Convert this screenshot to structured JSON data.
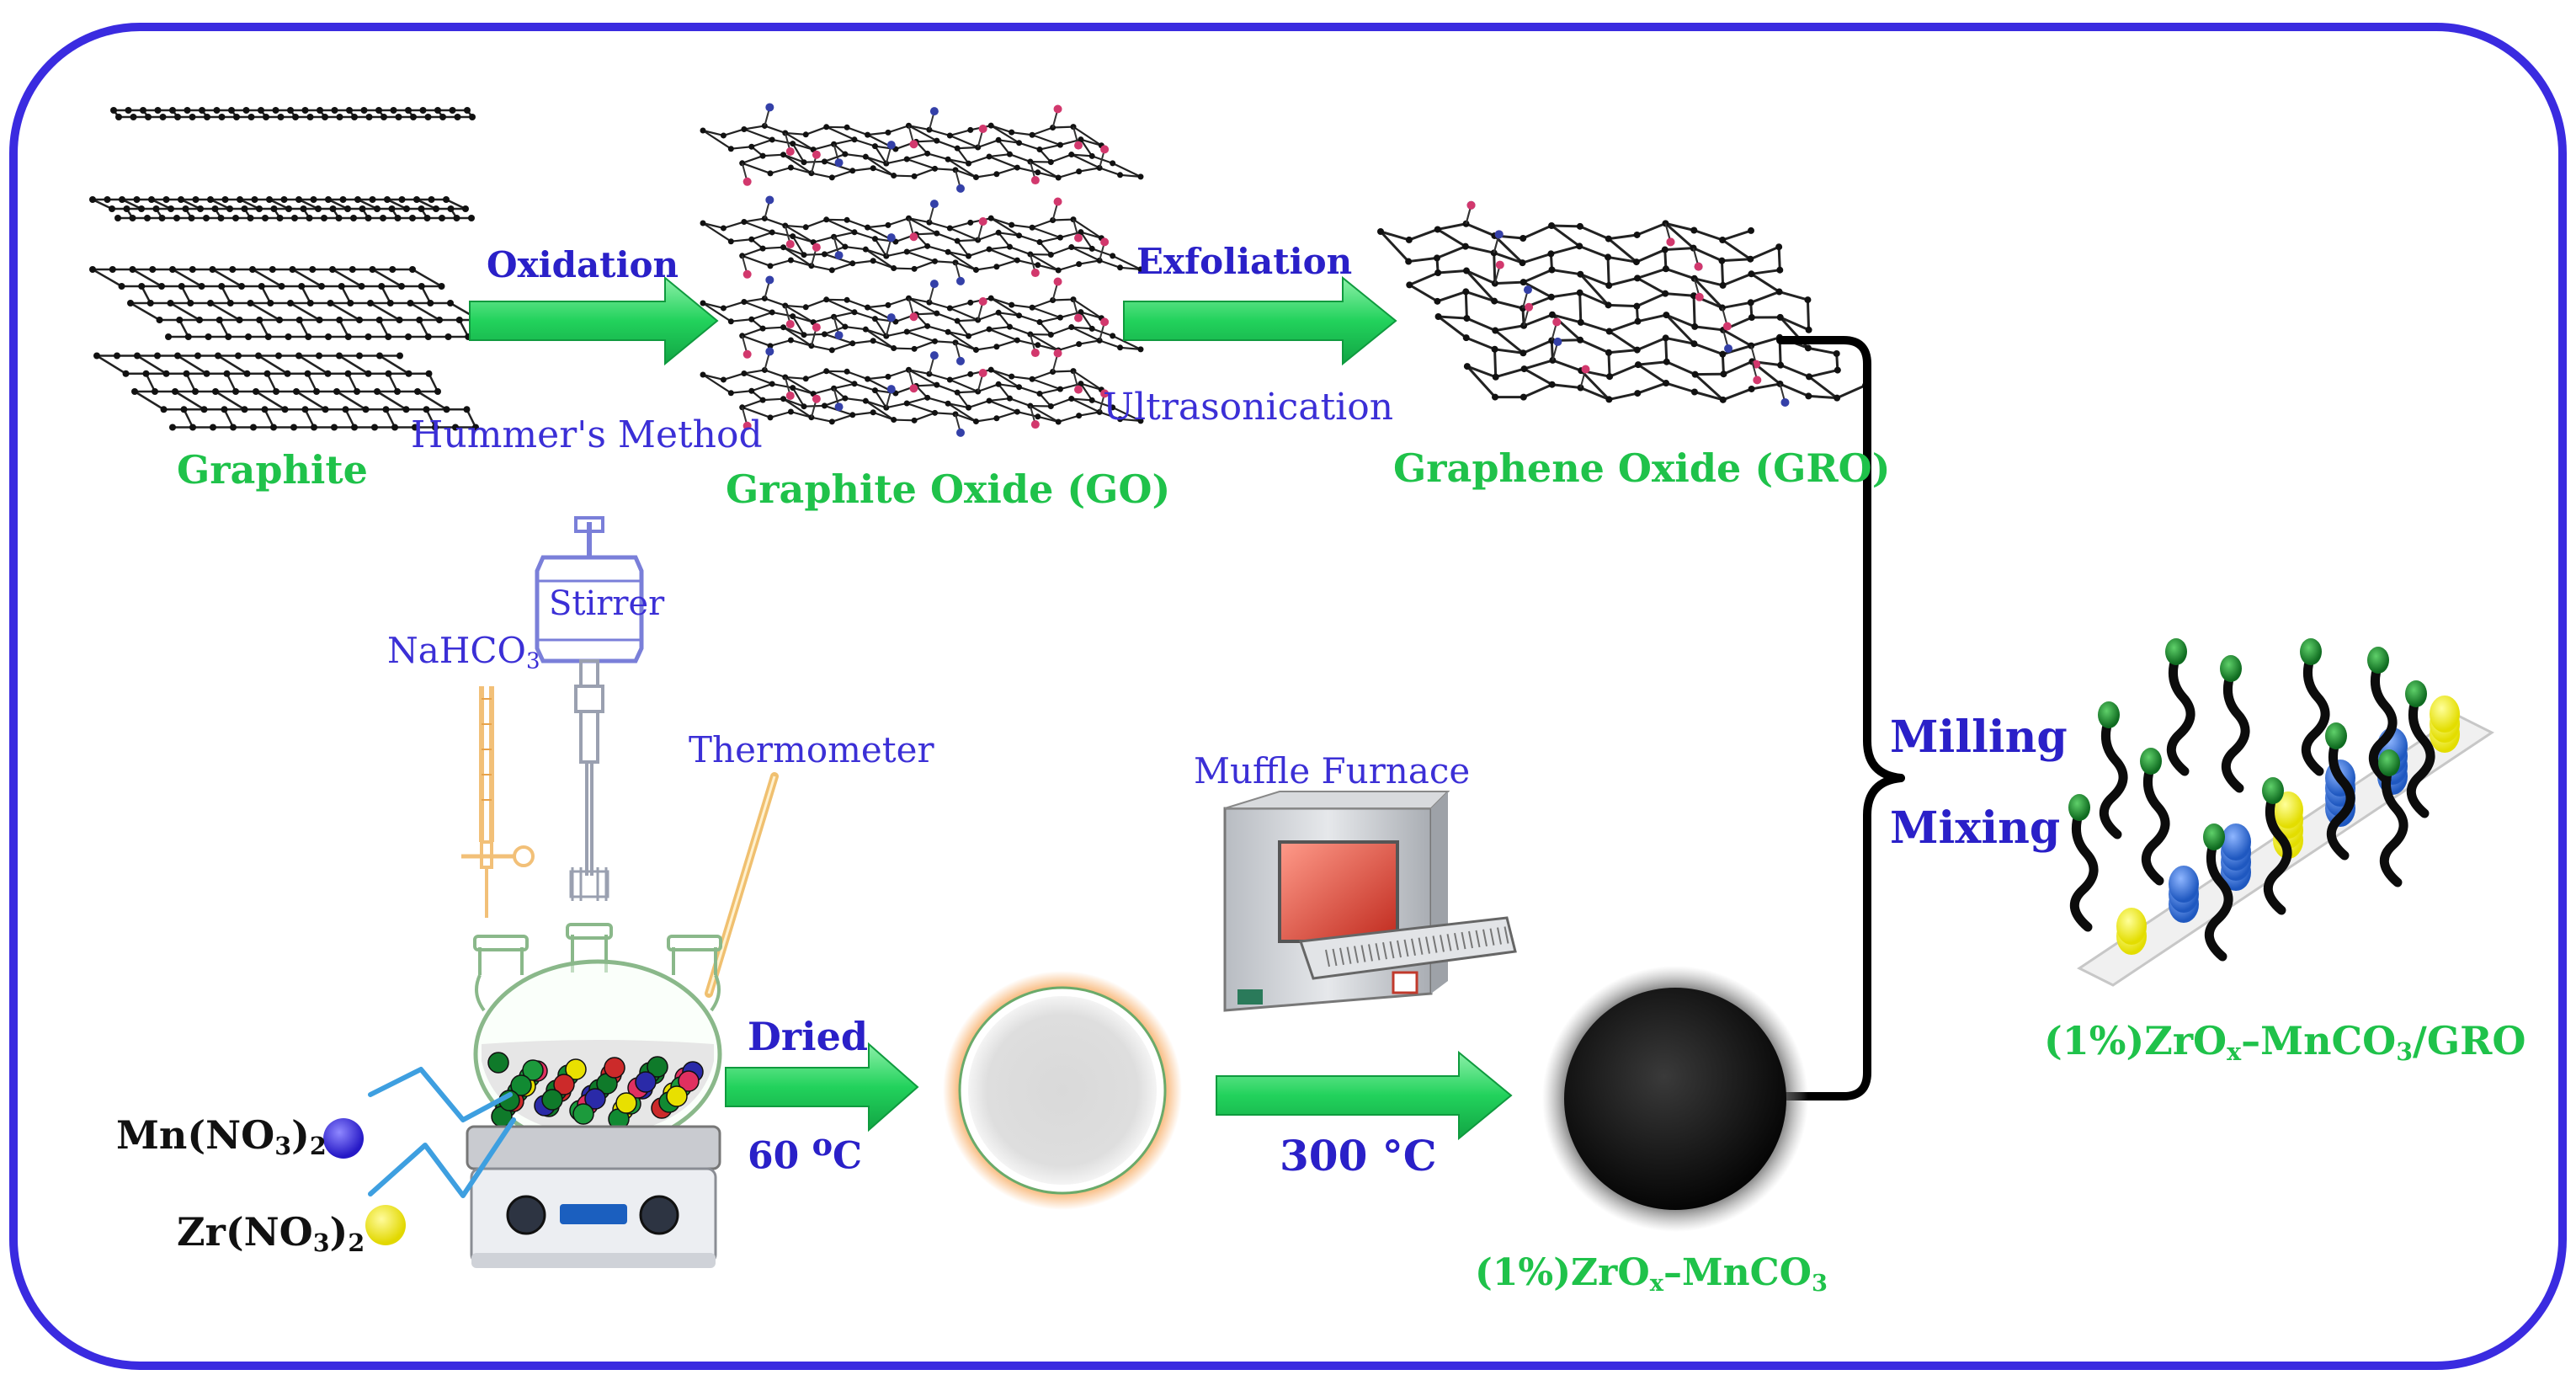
{
  "steps": {
    "graphite": "Graphite",
    "oxidation": "Oxidation",
    "hummers": "Hummer's Method",
    "graphite_oxide": "Graphite Oxide (GO)",
    "exfoliation": "Exfoliation",
    "ultrasonication": "Ultrasonication",
    "graphene_oxide": "Graphene Oxide (GRO)",
    "milling": "Milling",
    "mixing": "Mixing",
    "product": "(1%)ZrO<sub>x</sub>–MnCO<sub>3</sub>/GRO"
  },
  "apparatus": {
    "stirrer": "Stirrer",
    "nahco3": "NaHCO<sub>3</sub>",
    "thermometer": "Thermometer",
    "mn_salt": "Mn(NO<sub>3</sub>)<sub>2</sub>",
    "zr_salt": "Zr(NO<sub>3</sub>)<sub>2</sub>",
    "dried": "Dried",
    "dry_temp": "60 <sup>o</sup>C",
    "furnace": "Muffle Furnace",
    "calc_temp": "300 °C",
    "intermediate": "(1%)ZrO<sub>x</sub>–MnCO<sub>3</sub>"
  },
  "colors": {
    "frame": "#3a2be0",
    "label_green": "#1fc24a",
    "label_blue": "#3b2fd6",
    "arrow_green": "#2fd86a",
    "mn_ball": "#3a2fd8",
    "zr_ball": "#f2ee10"
  }
}
